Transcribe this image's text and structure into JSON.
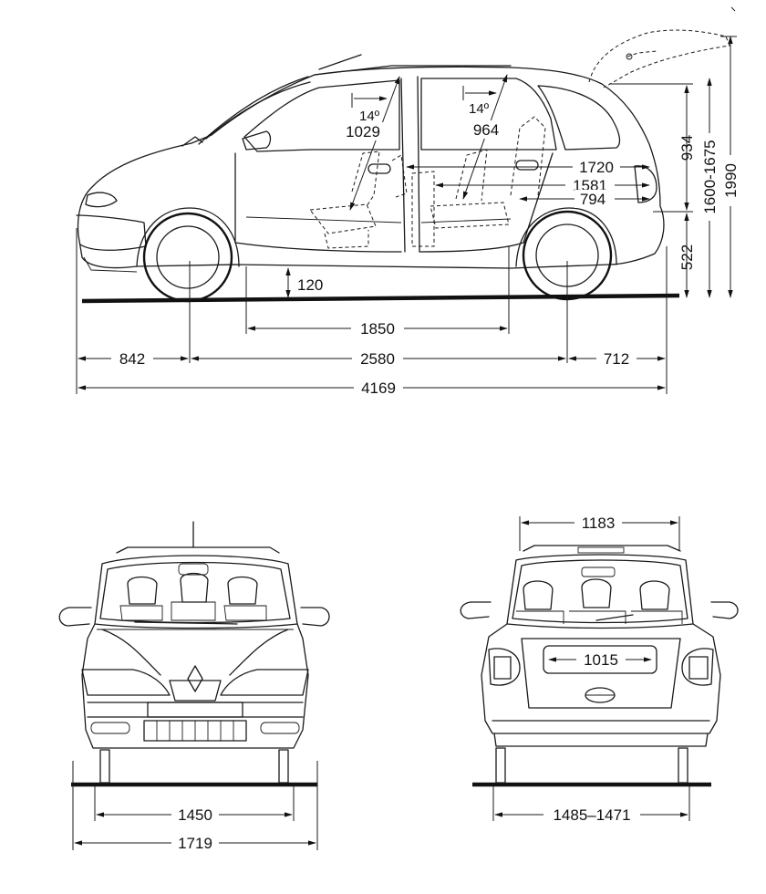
{
  "side_view": {
    "length_total": "4169",
    "wheelbase": "2580",
    "front_overhang": "842",
    "rear_overhang": "712",
    "interior_length": "1850",
    "ground_clearance": "120",
    "front_angle": "14º",
    "front_headroom": "1029",
    "rear_angle": "14º",
    "rear_headroom": "964",
    "cargo_length_max": "1720",
    "cargo_length_mid": "1581",
    "cargo_length_min": "794",
    "rear_window_height": "934",
    "sill_height": "522",
    "height_range": "1600-1675",
    "height_open_tailgate": "1990"
  },
  "front_view": {
    "track": "1450",
    "width": "1719"
  },
  "rear_view": {
    "opening_width": "1183",
    "plate_width": "1015",
    "track_range": "1485–1471"
  }
}
